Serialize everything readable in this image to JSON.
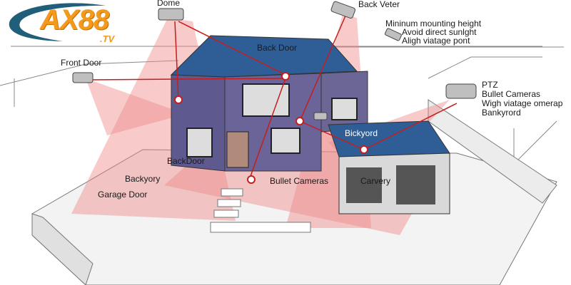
{
  "logo": {
    "text": "AX88",
    "suffix": ".TV",
    "colors": {
      "orange": "#f39a1c",
      "swoosh": "#1f5f7a"
    }
  },
  "colors": {
    "wall": "#5e5a8f",
    "roof": "#2f5e96",
    "coverage": "#f08a8a",
    "beam": "#c41e1e"
  },
  "labels": {
    "dome": "Dome",
    "back_veter": "Back Veter",
    "note_lines": [
      "Mininum mounting height",
      "Avoid direct sunlght",
      "Aligh viatage pont"
    ],
    "back_door_top": "Back Door",
    "front_door": "Front Door",
    "ptz_lines": [
      "PTZ",
      "Bullet Cameras",
      "Wigh viatage omerap",
      "Bankyrord"
    ],
    "bickyord": "Bickyord",
    "backdoor_mid": "BackDoor",
    "backyory": "Backyory",
    "garage_door": "Garage Door",
    "bullet_cameras": "Bullet Cameras",
    "carvery": "Carvery"
  }
}
